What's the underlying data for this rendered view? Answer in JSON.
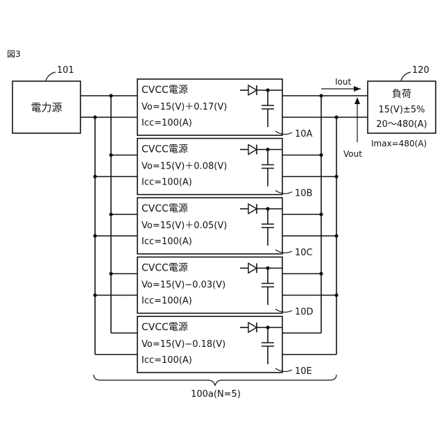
{
  "figure_label": "図3",
  "power_source": {
    "ref": "101",
    "label": "電力源"
  },
  "load": {
    "ref": "120",
    "title": "負荷",
    "voltage": "15(V)±5%",
    "current": "20〜480(A)",
    "imax": "Imax=480(A)"
  },
  "output": {
    "current_label": "Iout",
    "voltage_label": "Vout"
  },
  "units": [
    {
      "id": "10A",
      "title": "CVCC電源",
      "vo": "Vo=15(V)＋0.17(V)",
      "icc": "Icc=100(A)"
    },
    {
      "id": "10B",
      "title": "CVCC電源",
      "vo": "Vo=15(V)＋0.08(V)",
      "icc": "Icc=100(A)"
    },
    {
      "id": "10C",
      "title": "CVCC電源",
      "vo": "Vo=15(V)＋0.05(V)",
      "icc": "Icc=100(A)"
    },
    {
      "id": "10D",
      "title": "CVCC電源",
      "vo": "Vo=15(V)−0.03(V)",
      "icc": "Icc=100(A)"
    },
    {
      "id": "10E",
      "title": "CVCC電源",
      "vo": "Vo=15(V)−0.18(V)",
      "icc": "Icc=100(A)"
    }
  ],
  "group": {
    "label": "100a(N=5)"
  }
}
